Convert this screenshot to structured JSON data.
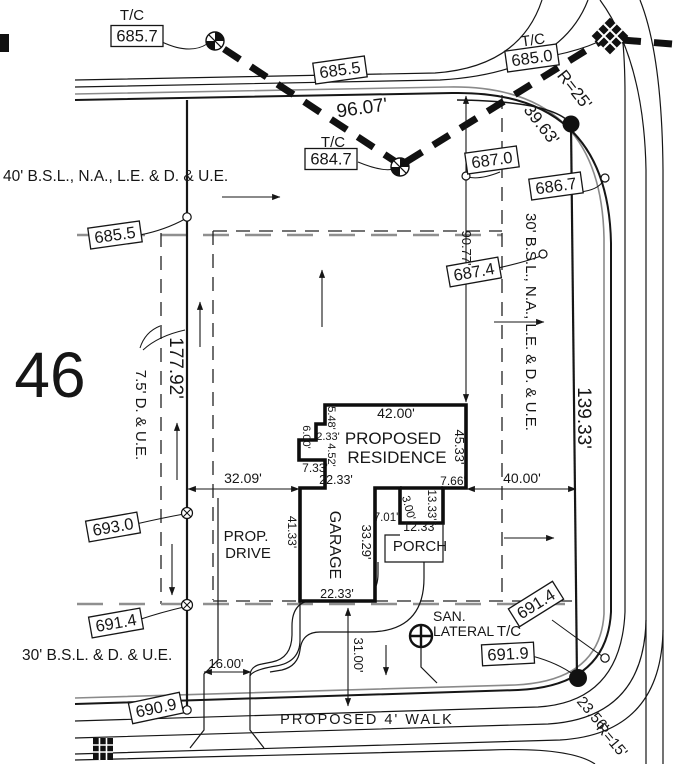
{
  "lot": {
    "number": "46"
  },
  "streets": {
    "walk_label": "PROPOSED 4' WALK"
  },
  "notes": {
    "bsl_top": "40' B.S.L., N.A., L.E. & D. & U.E.",
    "bsl_right": "30' B.S.L., N.A., L.E. & D. & U.E.",
    "bsl_bottom": "30' B.S.L. & D. & U.E.",
    "due_left": "7.5' D. & U.E."
  },
  "elevations": {
    "tc": "T/C",
    "tc_685_7": "685.7",
    "e_685_5_street": "685.5",
    "tc_684_7": "684.7",
    "tc_685_0": "685.0",
    "e_687_0": "687.0",
    "e_686_7": "686.7",
    "e_685_5_lot": "685.5",
    "e_687_4": "687.4",
    "e_693_0": "693.0",
    "e_691_4_left": "691.4",
    "e_690_9": "690.9",
    "e_691_4_right": "691.4",
    "tc_691_9": "691.9"
  },
  "boundary": {
    "front_width": "96.07'",
    "west_depth": "177.92'",
    "east_depth": "139.33'",
    "ne_arc_len": "39.63'",
    "ne_radius": "R=25'",
    "se_arc_len": "23.56'",
    "se_radius": "R=15'",
    "front_to_house": "90.77'"
  },
  "residence": {
    "line1": "PROPOSED",
    "line2": "RESIDENCE",
    "width_top": "42.00'",
    "depth_right": "45.33'",
    "notch_a": "5.48'",
    "notch_b": "2.33'",
    "notch_c": "4.52'",
    "notch_d": "6.00'",
    "notch_e": "7.33'",
    "offset_se": "7.66'"
  },
  "garage": {
    "label": "GARAGE",
    "width_top": "22.33'",
    "width_bottom": "22.33'",
    "depth": "33.29'",
    "west_wall": "41.33'"
  },
  "porch": {
    "label": "PORCH",
    "depth": "13.33'",
    "width": "12.33'",
    "step": "3.00'",
    "gap": "7.01'"
  },
  "drive": {
    "line1": "PROP.",
    "line2": "DRIVE",
    "side_setback": "32.09'",
    "east_setback": "40.00'",
    "apron": "16.00'",
    "garage_to_walk": "31.00'"
  },
  "utility": {
    "san1": "SAN.",
    "san2": "LATERAL"
  }
}
